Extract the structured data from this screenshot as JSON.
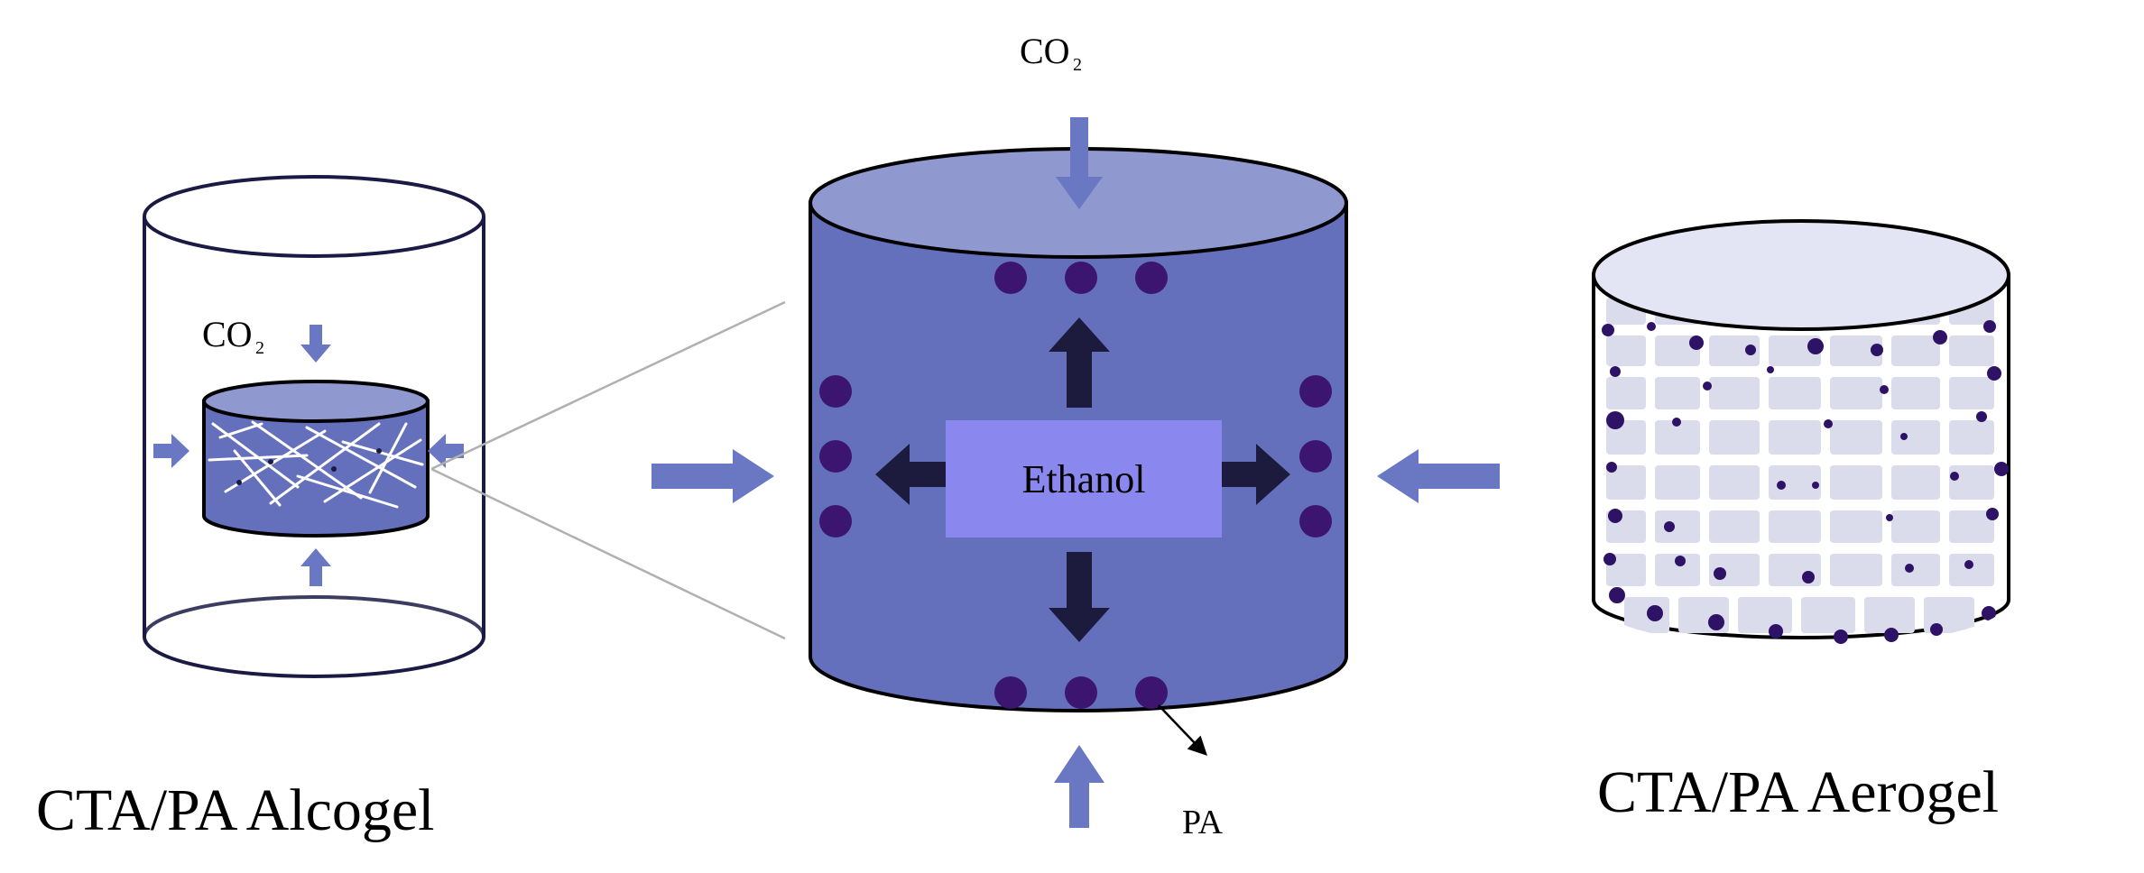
{
  "left_panel": {
    "title": "CTA/PA Alcogel",
    "co2_label": "CO",
    "co2_subscript": "2"
  },
  "center_panel": {
    "co2_label": "CO",
    "co2_subscript": "2",
    "solvent_label": "Ethanol",
    "particle_label": "PA"
  },
  "right_panel": {
    "title": "CTA/PA Aerogel"
  },
  "colors": {
    "vessel_body": "#6470bc",
    "vessel_top": "#8f98cf",
    "inflow_arrow": "#6a78c4",
    "outflow_arrow": "#1c1b3e",
    "particle": "#3c1570",
    "ethanol_box": "#8a87ee",
    "aerogel_grid": "#dadcec",
    "outline": "#000000"
  },
  "icons": [
    "co2-inflow-arrow-icon",
    "ethanol-outflow-arrow-icon",
    "pa-particle-icon",
    "zoom-guide-line"
  ]
}
